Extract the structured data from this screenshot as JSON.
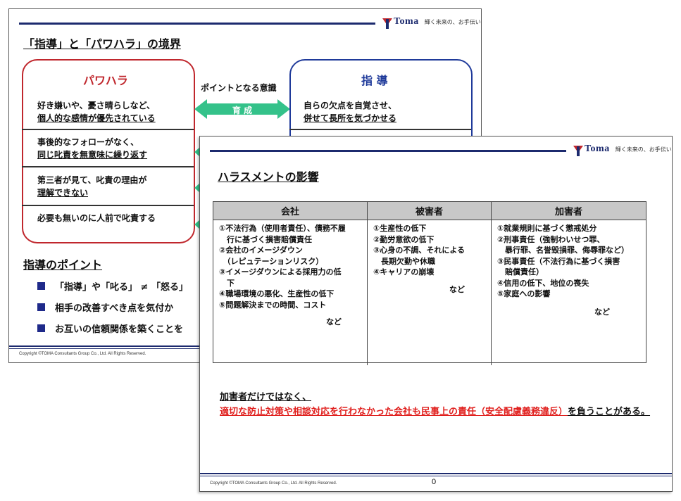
{
  "slide1": {
    "logo": {
      "name": "Toma",
      "tagline": "輝く未来の、お手伝い。"
    },
    "title": "「指導」と「パワハラ」の境界",
    "left_box": {
      "heading": "パワハラ",
      "rows": [
        {
          "line1": "好き嫌いや、憂さ晴らしなど、",
          "line2": "個人的な感情が優先されている"
        },
        {
          "line1": "事後的なフォローがなく、",
          "line2": "同じ叱責を無意味に繰り返す"
        },
        {
          "line1": "第三者が見て、叱責の理由が",
          "line2": "理解できない"
        },
        {
          "line1": "必要も無いのに人前で叱責する",
          "line2": ""
        }
      ]
    },
    "middle": {
      "label": "ポイントとなる意識",
      "arrow_text": "育 成"
    },
    "right_box": {
      "heading": "指 導",
      "rows": [
        {
          "line1": "自らの欠点を自覚させ、",
          "line2": "併せて長所を気づかせる"
        }
      ]
    },
    "points_title": "指導のポイント",
    "points": [
      "「指導」や「叱る」 ≠ 「怒る」",
      "相手の改善すべき点を気付か",
      "お互いの信頼関係を築くことを"
    ],
    "copyright": "Copyright ©TOMA Consultants Group Co., Ltd. All Rights Reserved."
  },
  "slide2": {
    "logo": {
      "name": "Toma",
      "tagline": "輝く未来の、お手伝い。"
    },
    "title": "ハラスメントの影響",
    "table": {
      "headers": [
        "会社",
        "被害者",
        "加害者"
      ],
      "col1": [
        "①不法行為（使用者責任）、債務不履",
        "　行に基づく損害賠償責任",
        "②会社のイメージダウン",
        "　（レピュテーションリスク）",
        "③イメージダウンによる採用力の低",
        "　下",
        "④職場環境の悪化、生産性の低下",
        "⑤問題解決までの時間、コスト"
      ],
      "col2": [
        "①生産性の低下",
        "②勤労意欲の低下",
        "③心身の不調、それによる",
        "　長期欠勤や休職",
        "④キャリアの崩壊"
      ],
      "col3": [
        "①就業規則に基づく懲戒処分",
        "②刑事責任（強制わいせつ罪、",
        "　暴行罪、名誉毀損罪、侮辱罪など）",
        "③民事責任（不法行為に基づく損害",
        "　賠償責任）",
        "④信用の低下、地位の喪失",
        "⑤家庭への影響"
      ],
      "etc": "など"
    },
    "conclusion": {
      "part1": "加害者だけではなく、",
      "part2": "適切な防止対策や相談対応を行わなかった会社も民事上の責任（安全配慮義務違反）",
      "part3": "を負うことがある。"
    },
    "copyright": "Copyright ©TOMA Consultants Group Co., Ltd. All Rights Reserved.",
    "page_number": "0"
  }
}
